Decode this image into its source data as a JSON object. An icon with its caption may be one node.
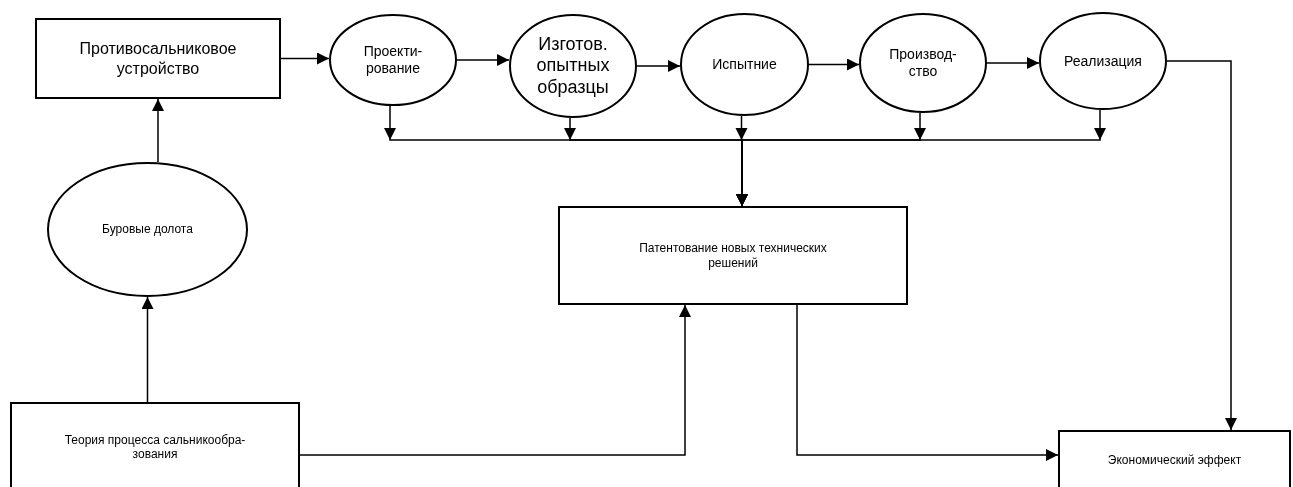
{
  "diagram": {
    "nodes": [
      {
        "text": [
          "Противосальниковое устройство"
        ]
      },
      {
        "text": [
          "Проекти- рование"
        ]
      },
      {
        "text": [
          "Изготов. опытных образцы"
        ]
      },
      {
        "text": [
          "Испытние"
        ]
      },
      {
        "text": [
          "Производ- ство"
        ]
      },
      {
        "text": [
          "Реализация"
        ]
      },
      {
        "text": [
          "Буровые долота"
        ]
      },
      {
        "text": [
          "Патентование новых технических решений"
        ]
      },
      {
        "text": [
          "Теория процесса сальникообра- зования"
        ]
      },
      {
        "text": [
          "Экономический эффект"
        ]
      }
    ],
    "edges": [
      {
        "from": 0,
        "to": 1,
        "arrow": "to"
      },
      {
        "from": 1,
        "to": 2,
        "arrow": "to"
      },
      {
        "from": 2,
        "to": 3,
        "arrow": "to"
      },
      {
        "from": 3,
        "to": 4,
        "arrow": "to"
      },
      {
        "from": 4,
        "to": 5,
        "arrow": "to"
      },
      {
        "from": 6,
        "to": 0,
        "arrow": "to"
      },
      {
        "from": 8,
        "to": 6,
        "arrow": "to"
      },
      {
        "from": 1,
        "to": 7,
        "arrow": "to"
      },
      {
        "from": 2,
        "to": 7,
        "arrow": "to"
      },
      {
        "from": 3,
        "to": 7,
        "arrow": "to"
      },
      {
        "from": 4,
        "to": 7,
        "arrow": "to"
      },
      {
        "from": 5,
        "to": 7,
        "arrow": "to"
      },
      {
        "from": 8,
        "to": 7,
        "arrow": "to"
      },
      {
        "from": 7,
        "to": 9,
        "arrow": "to"
      },
      {
        "from": 5,
        "to": 9,
        "arrow": "to"
      }
    ]
  }
}
